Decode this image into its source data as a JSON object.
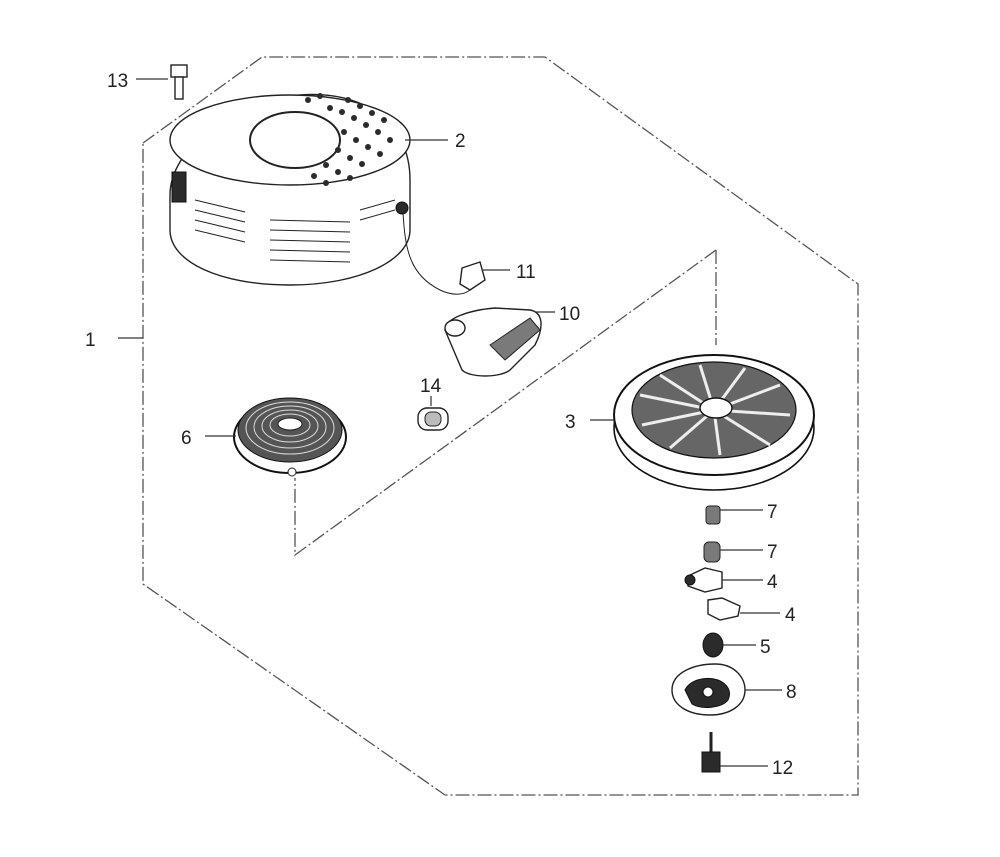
{
  "callouts": {
    "c1": "1",
    "c2": "2",
    "c3": "3",
    "c4a": "4",
    "c4b": "4",
    "c5": "5",
    "c6": "6",
    "c7a": "7",
    "c7b": "7",
    "c8": "8",
    "c10": "10",
    "c11": "11",
    "c12": "12",
    "c13": "13",
    "c14": "14"
  }
}
